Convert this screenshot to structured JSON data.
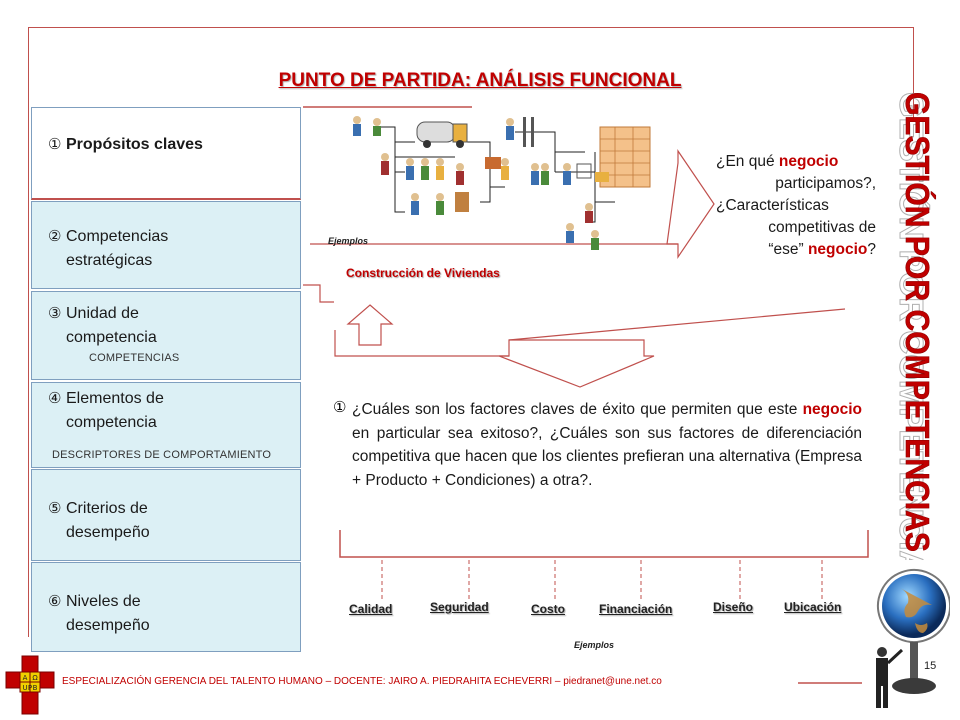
{
  "title": "PUNTO DE PARTIDA: ANÁLISIS FUNCIONAL",
  "side_title": "GESTIÓN POR COMPETENCIAS",
  "left_items": [
    {
      "num": "①",
      "label": "Propósitos  claves"
    },
    {
      "num": "②",
      "label": "Competencias estratégicas"
    },
    {
      "num": "③",
      "label": "Unidad de competencia"
    },
    {
      "num": "④",
      "label": "Elementos de competencia"
    },
    {
      "num": "⑤",
      "label": "Criterios de desempeño"
    },
    {
      "num": "⑥",
      "label": "Niveles de desempeño"
    }
  ],
  "sub_labels": {
    "competencias": "COMPETENCIAS",
    "descriptores": "DESCRIPTORES DE COMPORTAMIENTO"
  },
  "question": {
    "part1": "¿En qué ",
    "keyword": "negocio",
    "part2": "participamos?,",
    "part3": "¿Características",
    "part4": "competitivas de",
    "part5a": "“ese” ",
    "part5b": "?"
  },
  "examples_label": "Ejemplos",
  "construction_label": "Construcción de Viviendas",
  "paragraph": {
    "num": "①",
    "before": "¿Cuáles son los factores claves de éxito que permiten que este ",
    "keyword": "negocio",
    "after": " en particular sea exitoso?, ¿Cuáles son sus factores de diferenciación competitiva que hacen que los clientes prefieran una alternativa (Empresa + Producto + Condiciones) a otra?."
  },
  "factors": [
    "Calidad",
    "Seguridad",
    "Costo",
    "Financiación",
    "Diseño",
    "Ubicación"
  ],
  "factors_examples_label": "Ejemplos",
  "footer": "ESPECIALIZACIÓN GERENCIA DEL TALENTO HUMANO – DOCENTE: JAIRO A. PIEDRAHITA ECHEVERRI – piedranet@une.net.co",
  "page_number": "15",
  "logo_letters": [
    "A",
    "Ω",
    "U",
    "P",
    "B"
  ],
  "colors": {
    "accent": "#c00000",
    "frame": "#c0504d",
    "box_fill": "#dcf0f5"
  }
}
